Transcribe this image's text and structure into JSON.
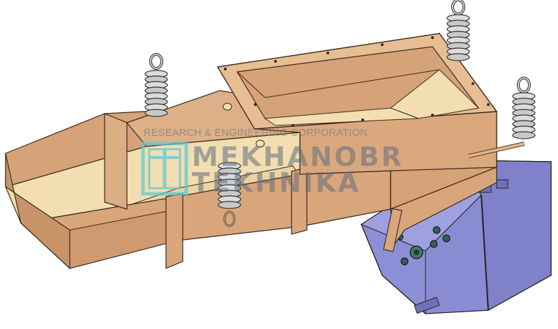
{
  "watermark": {
    "line1": "RESEARCH & ENGINEERING CORPORATION",
    "line2": "MEKHANOBR",
    "line3": "TEKHNIKA",
    "logo": "MT"
  },
  "colors": {
    "body": "#d9a57b",
    "body_light": "#e7bd92",
    "body_dark": "#b8845a",
    "inside": "#f2deb0",
    "edge": "#3a2a1e",
    "motor": "#8d8fd6",
    "motor_dark": "#6f71b8",
    "spring": "#c8c8c8",
    "bolt": "#2f5f55",
    "watermark": "#5f6e7d",
    "logo": "#58c8d8"
  }
}
